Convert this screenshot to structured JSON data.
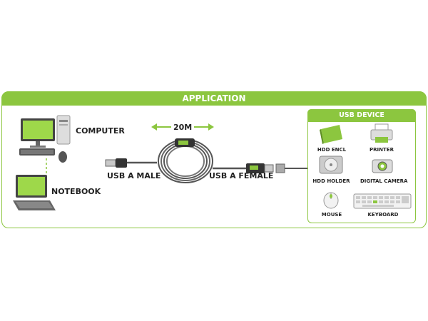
{
  "header": {
    "title": "APPLICATION"
  },
  "labels": {
    "computer": "COMPUTER",
    "notebook": "NOTEBOOK",
    "usb_a_male": "USB A MALE",
    "usb_a_female": "USB A FEMALE",
    "length": "20M"
  },
  "usb_device": {
    "title": "USB DEVICE",
    "items": [
      "HDD ENCL",
      "PRINTER",
      "HDD HOLDER",
      "DIGITAL CAMERA",
      "MOUSE",
      "KEYBOARD"
    ]
  },
  "colors": {
    "accent": "#8cc63f",
    "cable": "#555555"
  }
}
